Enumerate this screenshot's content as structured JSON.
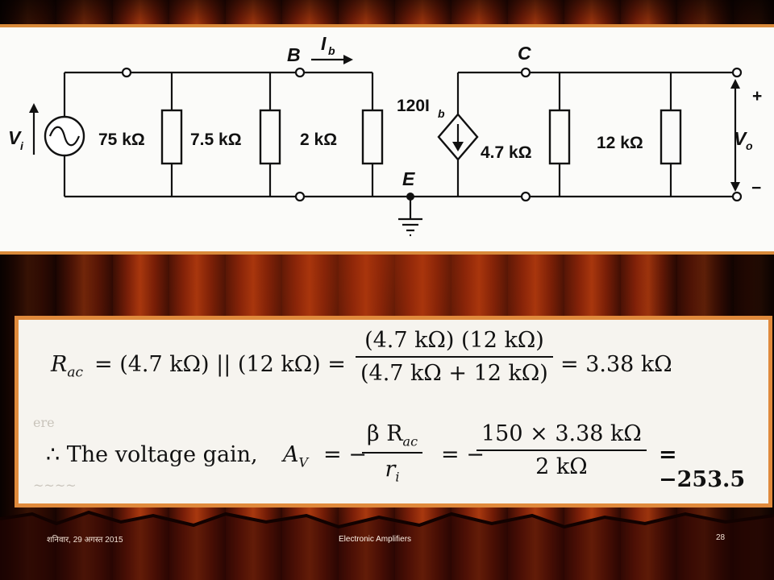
{
  "slide": {
    "footer_date": "शनिवार, 29 अगस्त 2015",
    "footer_title": "Electronic Amplifiers",
    "page_number": "28"
  },
  "circuit": {
    "source_label_V": "V",
    "source_label_sub": "i",
    "r1": "75 kΩ",
    "r2": "7.5 kΩ",
    "r3": "2 kΩ",
    "node_b": "B",
    "node_c": "C",
    "node_e": "E",
    "current_label": "I",
    "current_sub": "b",
    "dep_source_label": "120I",
    "dep_source_sub": "b",
    "r4": "4.7 kΩ",
    "r5": "12 kΩ",
    "vo_label": "V",
    "vo_sub": "o",
    "plus": "+",
    "minus": "−"
  },
  "equations": {
    "rac_lhs": "R",
    "rac_lhs_sub": "ac",
    "rac_expr": "= (4.7 kΩ) || (12 kΩ) =",
    "rac_num": "(4.7 kΩ) (12 kΩ)",
    "rac_den": "(4.7 kΩ + 12 kΩ)",
    "rac_result": "= 3.38 kΩ",
    "gain_prefix": "∴ The voltage gain,",
    "gain_av": "A",
    "gain_av_sub": "V",
    "gain_eq1": "= −",
    "gain_num1": "β R",
    "gain_num1_sub": "ac",
    "gain_den1": "r",
    "gain_den1_sub": "i",
    "gain_eq2": "= −",
    "gain_num2": "150 × 3.38 kΩ",
    "gain_den2": "2 kΩ",
    "gain_result": "= −253.5"
  }
}
